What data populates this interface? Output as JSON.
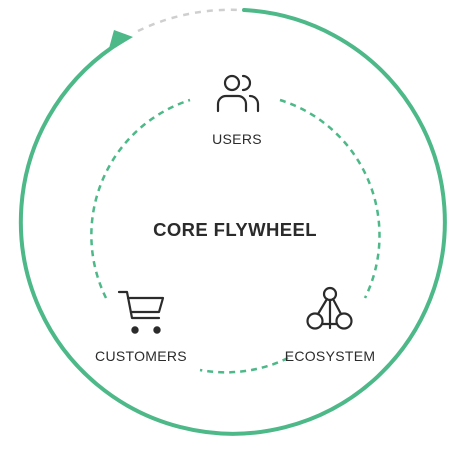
{
  "diagram": {
    "title": "CORE FLYWHEEL",
    "nodes": [
      {
        "id": "users",
        "label": "USERS",
        "icon": "users-icon"
      },
      {
        "id": "ecosystem",
        "label": "ECOSYSTEM",
        "icon": "ecosystem-network-icon"
      },
      {
        "id": "customers",
        "label": "CUSTOMERS",
        "icon": "shopping-cart-icon"
      }
    ],
    "colors": {
      "accent": "#4db888",
      "faded_arc": "#cfcfcf",
      "text": "#2b2b2b"
    }
  }
}
